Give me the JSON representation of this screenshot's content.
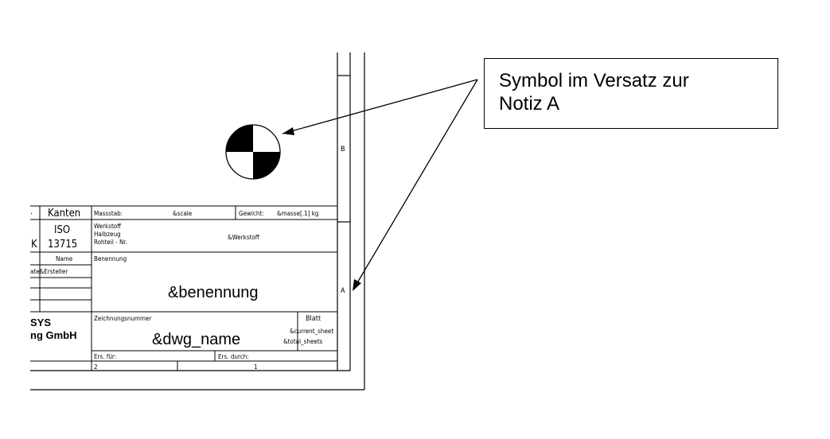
{
  "callout": {
    "text_line1": "Symbol im Versatz zur",
    "text_line2": "Notiz A"
  },
  "zones": {
    "b": "B",
    "a": "A"
  },
  "title_block": {
    "kanten": {
      "header": "Kanten",
      "left_dot": "·",
      "iso": "ISO",
      "number": "13715",
      "k": "K"
    },
    "name_label": "Name",
    "ersteller": "ate&Ersteller",
    "massstab_label": "Massstab:",
    "scale_value": "&scale",
    "gewicht_label": "Gewicht:",
    "gewicht_value": "&masse[.1] kg",
    "werkstoff_label": "Werkstoff",
    "halbzeug_label": "Halbzeug",
    "rohteil_label": "Rohteil - Nr.",
    "werkstoff_value": "&Werkstoff",
    "benennung_label": "Benennung",
    "benennung_value": "&benennung",
    "company_line1": "SYS",
    "company_line2": "ng  GmbH",
    "zeichnungsnummer_label": "Zeichnungsnummer",
    "dwg_name": "&dwg_name",
    "blatt_label": "Blatt",
    "current_sheet": "&current_sheet",
    "total_sheets": "&total_sheets",
    "ers_fuer_label": "Ers. für:",
    "ers_durch_label": "Ers. durch:",
    "ers_fuer_value": "2",
    "ers_durch_value": "1"
  }
}
